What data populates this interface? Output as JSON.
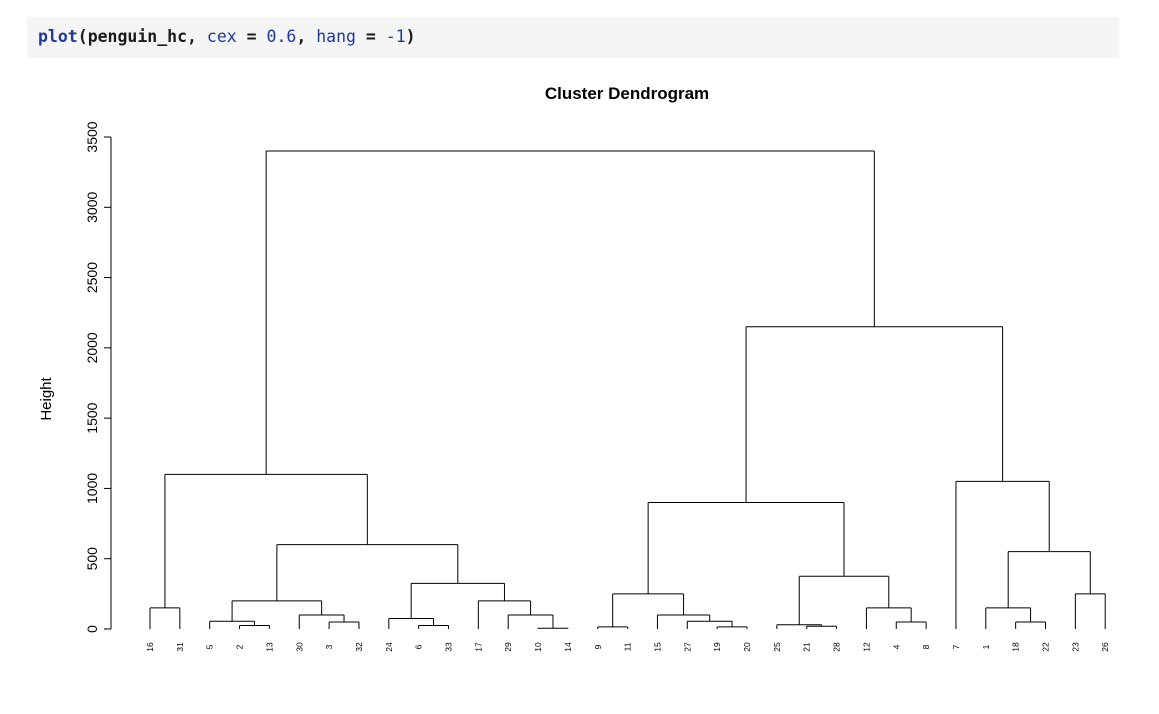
{
  "code": {
    "fn": "plot",
    "open": "(",
    "obj": "penguin_hc",
    "sep1": ", ",
    "arg1_name": "cex",
    "eq1": " = ",
    "arg1_val": "0.6",
    "sep2": ", ",
    "arg2_name": "hang",
    "eq2": " = ",
    "arg2_val": "-1",
    "close": ")"
  },
  "chart_data": {
    "type": "dendrogram",
    "title": "Cluster Dendrogram",
    "ylabel": "Height",
    "ylim": [
      0,
      3500
    ],
    "yticks": [
      0,
      500,
      1000,
      1500,
      2000,
      2500,
      3000,
      3500
    ],
    "leaf_order": [
      "16",
      "31",
      "5",
      "2",
      "13",
      "30",
      "3",
      "32",
      "24",
      "6",
      "33",
      "17",
      "29",
      "10",
      "14",
      "9",
      "11",
      "15",
      "27",
      "19",
      "20",
      "25",
      "21",
      "28",
      "12",
      "4",
      "8",
      "7",
      "1",
      "18",
      "22",
      "23",
      "26"
    ],
    "merges": [
      {
        "children": [
          "16",
          "31"
        ],
        "height": 150
      },
      {
        "children": [
          "2",
          "13"
        ],
        "height": 25
      },
      {
        "children": [
          "5",
          "M2"
        ],
        "height": 55
      },
      {
        "children": [
          "3",
          "32"
        ],
        "height": 50
      },
      {
        "children": [
          "30",
          "M4"
        ],
        "height": 100
      },
      {
        "children": [
          "M3",
          "M5"
        ],
        "height": 200
      },
      {
        "children": [
          "6",
          "33"
        ],
        "height": 25
      },
      {
        "children": [
          "24",
          "M7"
        ],
        "height": 75
      },
      {
        "children": [
          "10",
          "14"
        ],
        "height": 5
      },
      {
        "children": [
          "29",
          "M9"
        ],
        "height": 100
      },
      {
        "children": [
          "17",
          "M10"
        ],
        "height": 200
      },
      {
        "children": [
          "M8",
          "M11"
        ],
        "height": 325
      },
      {
        "children": [
          "M6",
          "M12"
        ],
        "height": 600
      },
      {
        "children": [
          "M1",
          "M13"
        ],
        "height": 1100
      },
      {
        "children": [
          "9",
          "11"
        ],
        "height": 15
      },
      {
        "children": [
          "19",
          "20"
        ],
        "height": 15
      },
      {
        "children": [
          "27",
          "M16"
        ],
        "height": 55
      },
      {
        "children": [
          "15",
          "M17"
        ],
        "height": 100
      },
      {
        "children": [
          "M15",
          "M18"
        ],
        "height": 250
      },
      {
        "children": [
          "21",
          "28"
        ],
        "height": 20
      },
      {
        "children": [
          "25",
          "M20"
        ],
        "height": 30
      },
      {
        "children": [
          "4",
          "8"
        ],
        "height": 50
      },
      {
        "children": [
          "12",
          "M22"
        ],
        "height": 150
      },
      {
        "children": [
          "M21",
          "M23"
        ],
        "height": 375
      },
      {
        "children": [
          "M19",
          "M24"
        ],
        "height": 900
      },
      {
        "children": [
          "18",
          "22"
        ],
        "height": 50
      },
      {
        "children": [
          "1",
          "M26"
        ],
        "height": 150
      },
      {
        "children": [
          "23",
          "26"
        ],
        "height": 250
      },
      {
        "children": [
          "M27",
          "M28"
        ],
        "height": 550
      },
      {
        "children": [
          "7",
          "M29"
        ],
        "height": 1050
      },
      {
        "children": [
          "M25",
          "M30"
        ],
        "height": 2150
      },
      {
        "children": [
          "M14",
          "M31"
        ],
        "height": 3400
      }
    ]
  }
}
